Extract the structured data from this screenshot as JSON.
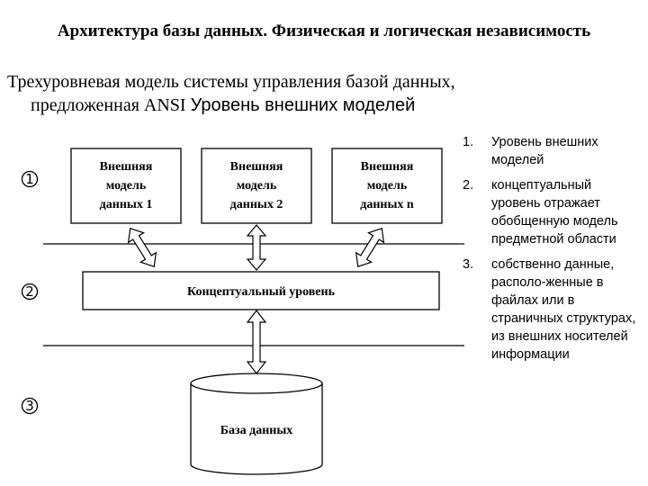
{
  "title": "Архитектура базы данных. Физическая и логическая независимость",
  "subtitle": {
    "line1": "Трехуровневая модель системы управления базой данных,",
    "line2_serif": "предложенная ANSI",
    "line2_sans": "Уровень внешних моделей"
  },
  "diagram": {
    "level_markers": [
      "①",
      "②",
      "③"
    ],
    "external_models": [
      [
        "Внешняя",
        "модель",
        "данных 1"
      ],
      [
        "Внешняя",
        "модель",
        "данных 2"
      ],
      [
        "Внешняя",
        "модель",
        "данных n"
      ]
    ],
    "conceptual_level": "Концептуальный уровень",
    "database": "База данных"
  },
  "notes": [
    {
      "num": "1.",
      "text": "Уровень внешних моделей"
    },
    {
      "num": "2.",
      "text": "концептуальный уровень отражает обобщенную модель предметной области"
    },
    {
      "num": "3.",
      "text": "собственно данные, располо-женные в файлах или в страничных структурах, из внешних носителей информации"
    }
  ]
}
